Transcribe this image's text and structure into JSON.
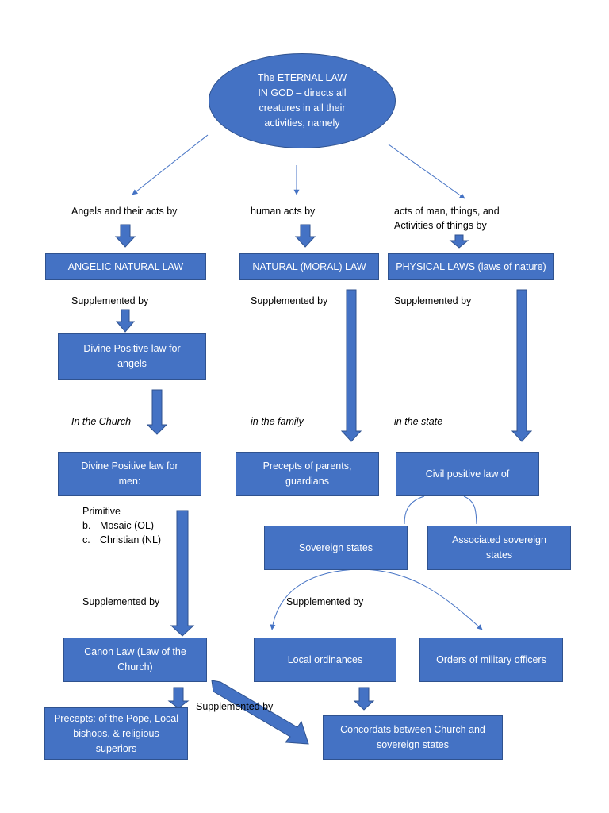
{
  "title_node": "The ETERNAL LAW IN GOD – directs all creatures in all their activities, namely",
  "branches": {
    "angels": "Angels and their acts by",
    "human": "human acts by",
    "physical_line1": "acts of man, things, and",
    "physical_line2": "Activities of things by"
  },
  "boxes": {
    "angelic_natural_law": "ANGELIC NATURAL LAW",
    "natural_moral_law": "NATURAL (MORAL) LAW",
    "physical_laws": "PHYSICAL LAWS (laws of nature)",
    "divine_positive_angels": "Divine Positive law for angels",
    "divine_positive_men": "Divine Positive law for men:",
    "precepts_parents": "Precepts of parents, guardians",
    "civil_positive_law": "Civil positive law of",
    "sovereign_states": "Sovereign states",
    "associated_sovereign_states": "Associated sovereign states",
    "canon_law": "Canon Law (Law of the Church)",
    "local_ordinances": "Local ordinances",
    "military_orders": "Orders of military officers",
    "precepts_pope": "Precepts: of the Pope, Local bishops, & religious superiors",
    "concordats": "Concordats between Church and sovereign states"
  },
  "labels": {
    "supp_1": "Supplemented by",
    "supp_2": "Supplemented by",
    "supp_3": "Supplemented by",
    "supp_4": "Supplemented by",
    "supp_5": "Supplemented by",
    "supp_6": "Supplemented by",
    "in_church": "In the Church",
    "in_family": "in the family",
    "in_state": "in the state"
  },
  "revelation_list": {
    "item_a": "Primitive",
    "item_b_num": "b.",
    "item_b": "Mosaic (OL)",
    "item_c_num": "c.",
    "item_c": "Christian (NL)"
  },
  "colors": {
    "box_fill": "#4472C4",
    "box_border": "#2F528F",
    "text_on_box": "#FFFFFF"
  }
}
